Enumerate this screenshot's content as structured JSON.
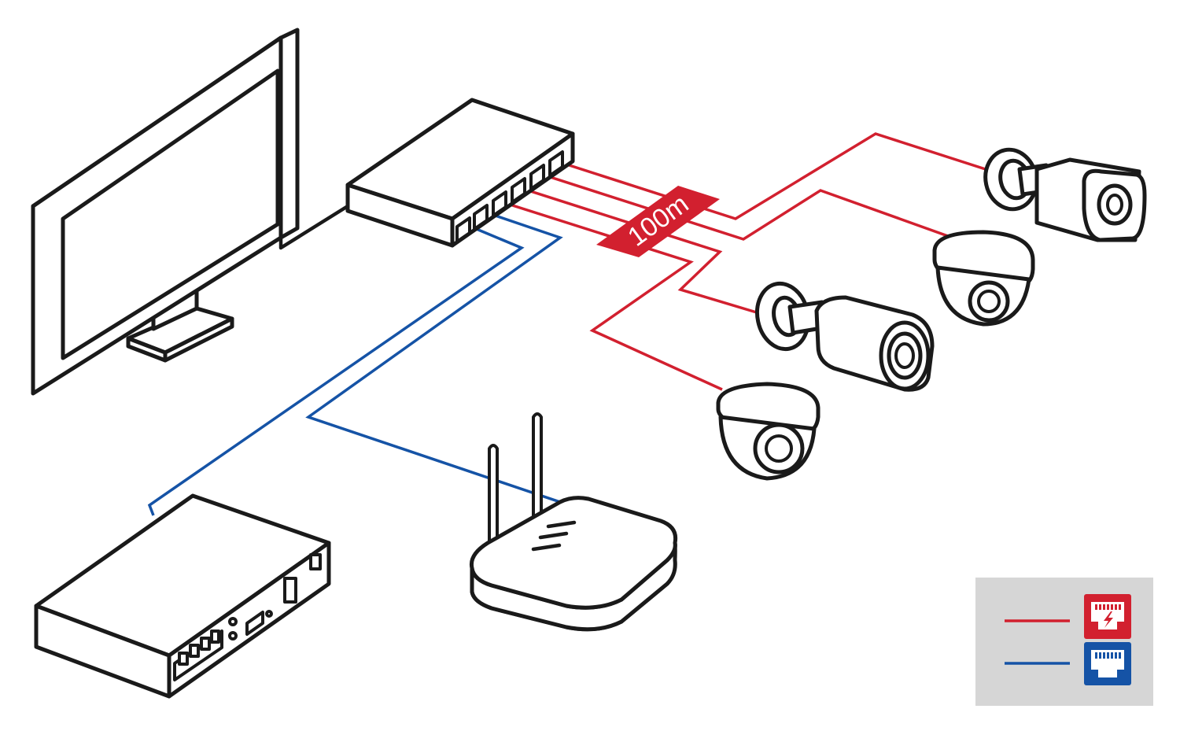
{
  "diagram": {
    "distance_label": "100m",
    "colors": {
      "poe_line": "#d2202f",
      "lan_line": "#1553a6",
      "legend_background": "#d6d6d6",
      "outline": "#1a1a1a"
    },
    "devices": [
      "monitor-icon",
      "poe-switch-icon",
      "nvr-recorder-icon",
      "wifi-router-icon",
      "bullet-camera-icon",
      "dome-camera-icon"
    ],
    "legend": [
      {
        "line": "poe_line",
        "icon": "poe-ethernet-port-icon"
      },
      {
        "line": "lan_line",
        "icon": "ethernet-port-icon"
      }
    ]
  }
}
